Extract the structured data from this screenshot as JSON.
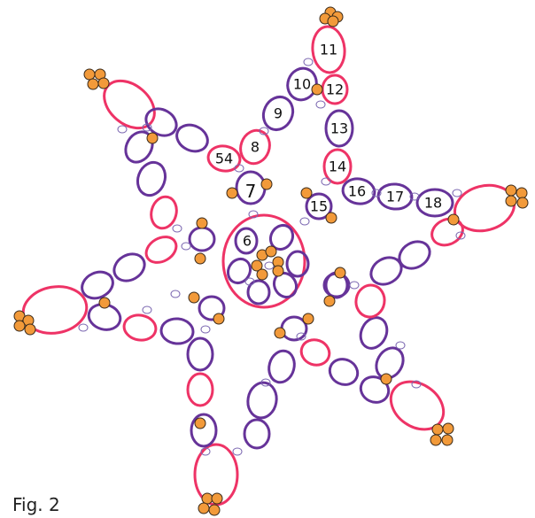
{
  "caption": "Fig. 2",
  "colors": {
    "pink": "#ee3366",
    "purple": "#663399",
    "bead": "#f29a3a",
    "bead_stroke": "#3a2a1a",
    "picot": "#7a66b0"
  },
  "ring_labels": [
    "6",
    "7",
    "54",
    "8",
    "9",
    "10",
    "11",
    "12",
    "13",
    "14",
    "15",
    "16",
    "17",
    "18"
  ]
}
